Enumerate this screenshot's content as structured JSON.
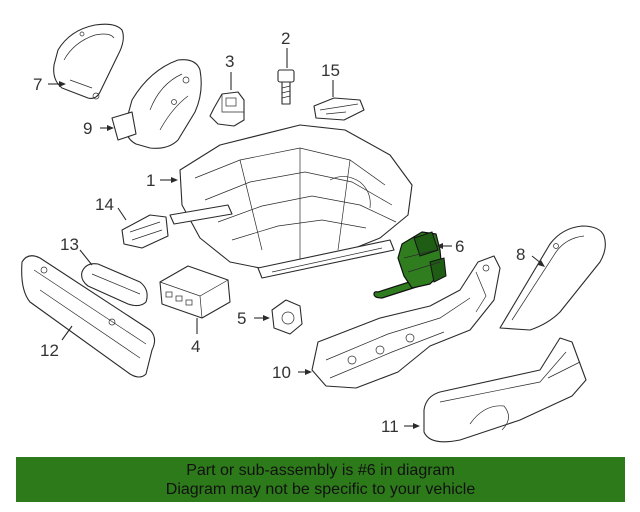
{
  "callouts": {
    "c1": "1",
    "c2": "2",
    "c3": "3",
    "c4": "4",
    "c5": "5",
    "c6": "6",
    "c7": "7",
    "c8": "8",
    "c9": "9",
    "c10": "10",
    "c11": "11",
    "c12": "12",
    "c13": "13",
    "c14": "14",
    "c15": "15"
  },
  "highlight_color": "#2f7d1f",
  "banner": {
    "background": "#2d7a1a",
    "line1": "Part or sub-assembly is #6 in diagram",
    "line2": "Diagram may not be specific to your vehicle"
  }
}
